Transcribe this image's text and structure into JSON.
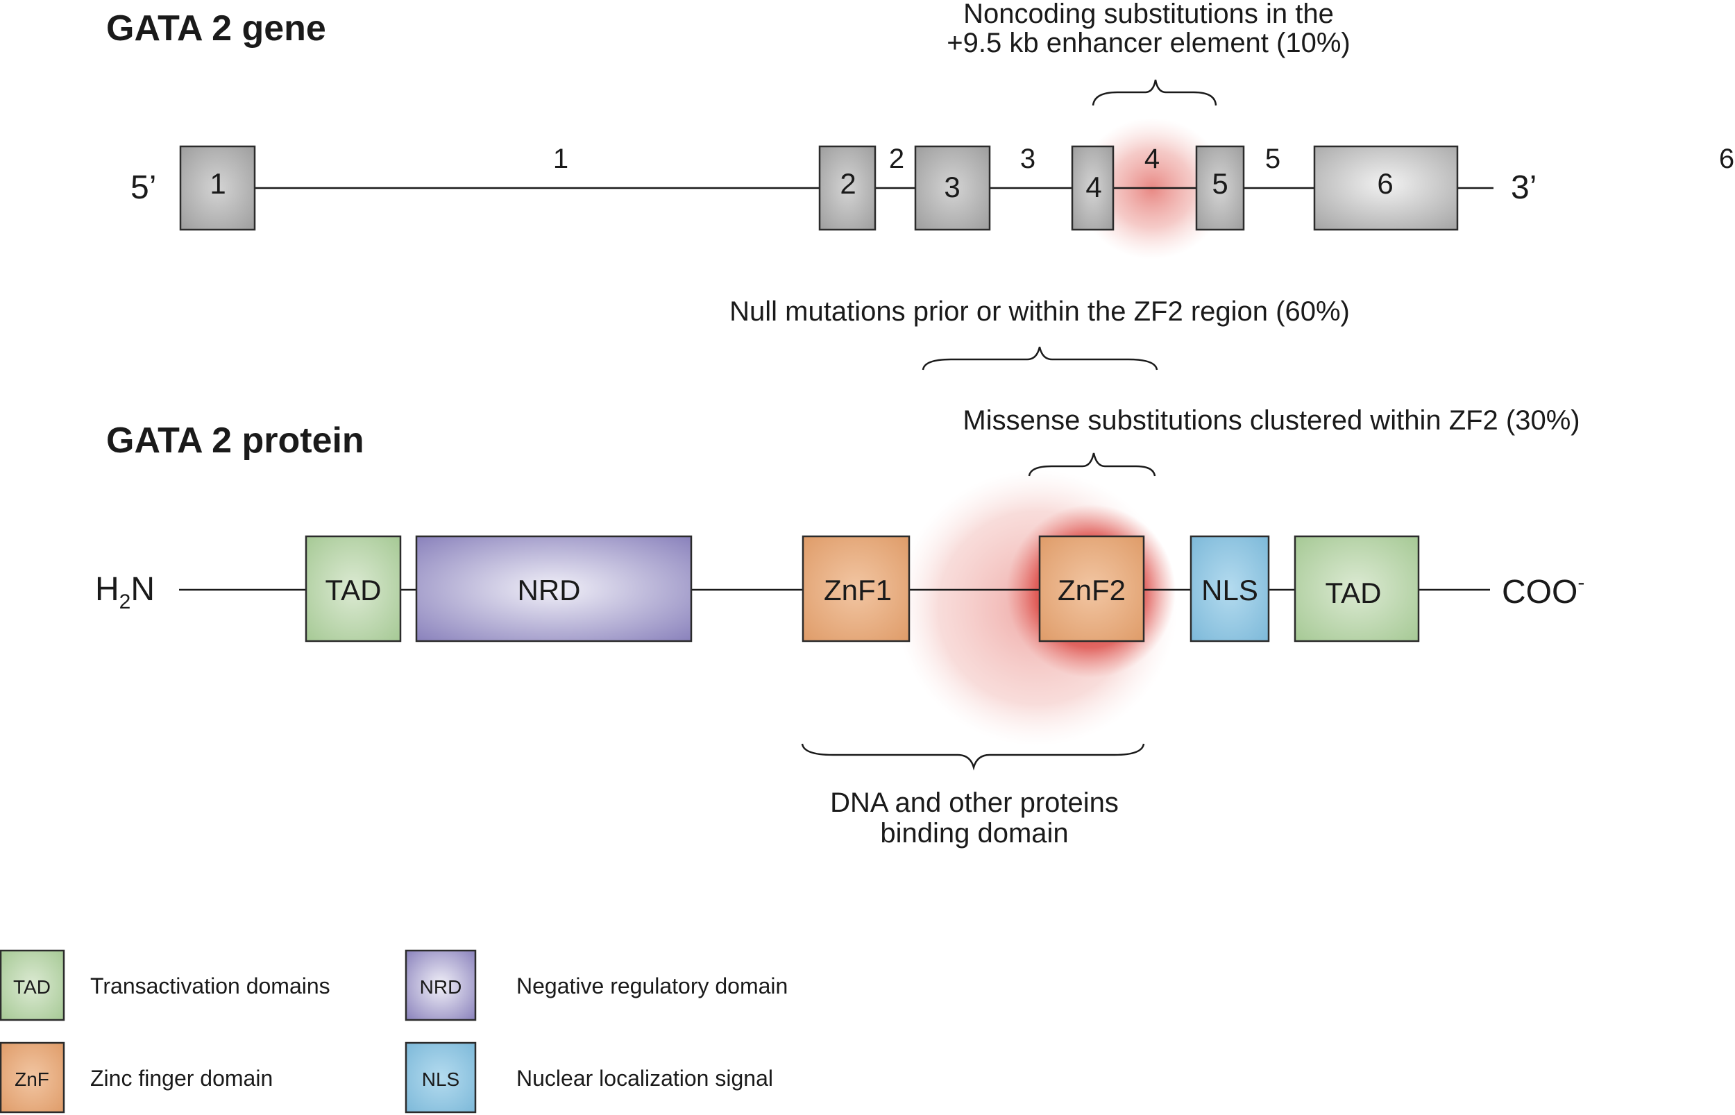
{
  "gene": {
    "title": "GATA 2 gene",
    "five_prime": "5’",
    "three_prime": "3’",
    "exons": [
      "1",
      "2",
      "3",
      "4",
      "5",
      "6"
    ],
    "introns": [
      "1",
      "2",
      "3",
      "4",
      "5",
      "6"
    ],
    "enhancer_annotation": [
      "Noncoding substitutions in the",
      "+9.5 kb enhancer element (10%)"
    ]
  },
  "protein": {
    "title": "GATA 2 protein",
    "n_terminus_main": "H",
    "n_terminus_sub": "2",
    "n_terminus_end": "N",
    "c_terminus": "COO",
    "c_terminus_sup": "-",
    "domains": {
      "tad1": "TAD",
      "nrd": "NRD",
      "znf1": "ZnF1",
      "znf2": "ZnF2",
      "nls": "NLS",
      "tad2": "TAD"
    },
    "null_annotation": "Null mutations prior or within the ZF2 region (60%)",
    "missense_annotation": "Missense substitutions clustered within ZF2 (30%)",
    "binding_annotation": [
      "DNA and other proteins",
      "binding domain"
    ]
  },
  "legend": {
    "items": [
      {
        "abbr": "TAD",
        "label": "Transactivation domains",
        "color": "#a9cc98"
      },
      {
        "abbr": "NRD",
        "label": "Negative regulatory domain",
        "color": "#8e86bf"
      },
      {
        "abbr": "ZnF",
        "label": "Zinc finger domain",
        "color": "#e3a272"
      },
      {
        "abbr": "NLS",
        "label": "Nuclear localization signal",
        "color": "#81bede"
      }
    ]
  },
  "colors": {
    "tad": "#a9cc98",
    "nrd": "#8e86bf",
    "znf": "#e3a272",
    "nls": "#81bede",
    "exon": "#a7a7a7",
    "highlight": "#d83a36"
  }
}
